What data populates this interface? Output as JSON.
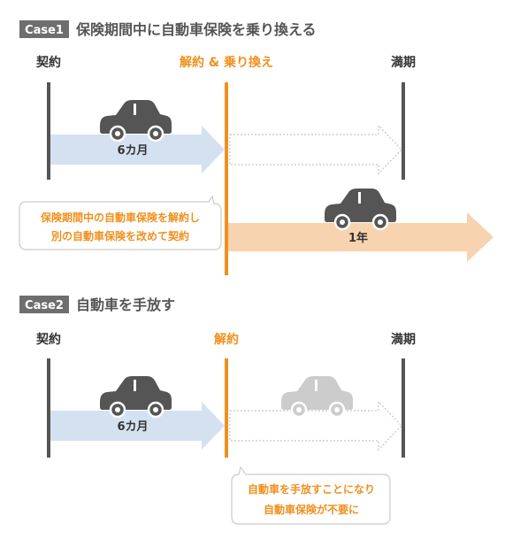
{
  "colors": {
    "tag_bg": "#6e6e6e",
    "dark_text": "#333333",
    "muted_text": "#555555",
    "orange": "#f0901e",
    "blue_arrow": "#d4e1f1",
    "peach_arrow": "#f8d3b0",
    "car_dark": "#555555",
    "car_light": "#cccccc",
    "line_dark": "#555555",
    "dotted": "#cfcfcf"
  },
  "case1": {
    "tag": "Case1",
    "title": "保険期間中に自動車保険を乗り換える",
    "label_start": "契約",
    "label_middle": "解約 & 乗り換え",
    "label_end": "満期",
    "period_label": "6カ月",
    "new_period_label": "1年",
    "callout_line1": "保険期間中の自動車保険を解約し",
    "callout_line2": "別の自動車保険を改めて契約"
  },
  "case2": {
    "tag": "Case2",
    "title": "自動車を手放す",
    "label_start": "契約",
    "label_middle": "解約",
    "label_end": "満期",
    "period_label": "6カ月",
    "callout_line1": "自動車を手放すことになり",
    "callout_line2": "自動車保険が不要に"
  }
}
